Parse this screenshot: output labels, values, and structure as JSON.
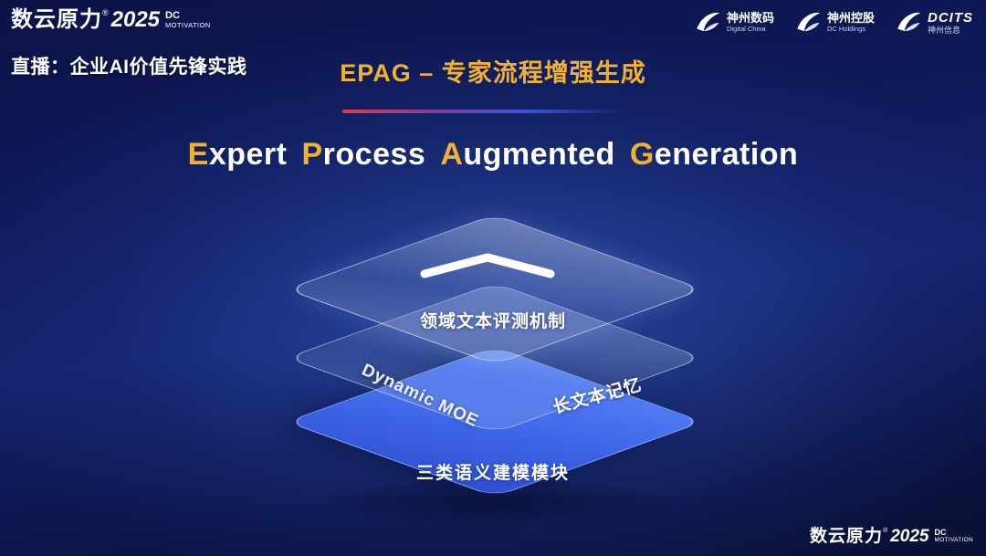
{
  "header": {
    "brand": {
      "name": "数云原力",
      "reg": "®",
      "year": "2025",
      "tag_line1": "DC",
      "tag_line2": "MOTIVATION"
    },
    "live_badge": "直播：企业AI价值先锋实践",
    "slide_title": "EPAG – 专家流程增强生成",
    "partner_logos": [
      {
        "name": "神州数码",
        "subtitle": "Digital China"
      },
      {
        "name": "神州控股",
        "subtitle": "DC Holdings"
      },
      {
        "name": "DCITS",
        "subtitle": "神州信息"
      }
    ]
  },
  "main": {
    "title": {
      "words": [
        {
          "initial": "E",
          "rest": "xpert"
        },
        {
          "initial": "P",
          "rest": "rocess"
        },
        {
          "initial": "A",
          "rest": "ugmented"
        },
        {
          "initial": "G",
          "rest": "eneration"
        }
      ]
    },
    "diagram": {
      "top_layer_label": "领域文本评测机制",
      "middle_layer_label_left": "Dynamic MOE",
      "middle_layer_label_right": "长文本记忆",
      "bottom_layer_label": "三类语义建模模块"
    }
  },
  "footer": {
    "brand": {
      "name": "数云原力",
      "reg": "®",
      "year": "2025",
      "tag_line1": "DC",
      "tag_line2": "MOTIVATION"
    }
  },
  "icons": {
    "diagram_arrow": "chevron-up-icon",
    "partner_mark": "swoosh-icon"
  },
  "colors": {
    "accent_gold": "#f0b22e",
    "layer_blue": "#5b86f8",
    "line_gradient_start": "#e03a4e",
    "line_gradient_end": "#3b55d8"
  }
}
